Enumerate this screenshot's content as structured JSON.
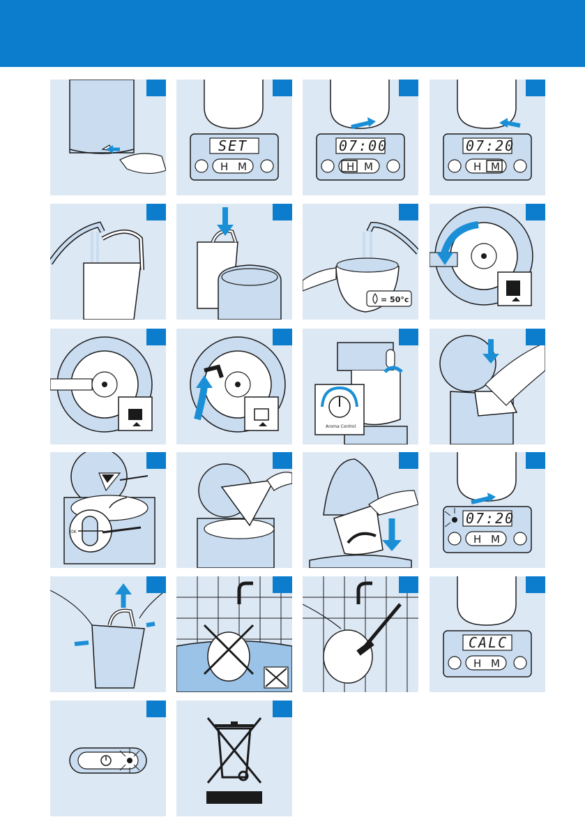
{
  "panels": [
    {
      "id": 1,
      "display": ""
    },
    {
      "id": 2,
      "display": "SET",
      "buttons": [
        "H",
        "M"
      ]
    },
    {
      "id": 3,
      "display": "07:00",
      "buttons": [
        "H",
        "M"
      ],
      "highlight": "H"
    },
    {
      "id": 4,
      "display": "07:20",
      "buttons": [
        "H",
        "M"
      ],
      "highlight": "M"
    },
    {
      "id": 5
    },
    {
      "id": 6
    },
    {
      "id": 7,
      "temperature": "= 50°c"
    },
    {
      "id": 8
    },
    {
      "id": 9
    },
    {
      "id": 10
    },
    {
      "id": 11,
      "dial_label": "Aroma Control"
    },
    {
      "id": 12
    },
    {
      "id": 13,
      "ok_label": "OK"
    },
    {
      "id": 14
    },
    {
      "id": 15
    },
    {
      "id": 16,
      "display": "07:20",
      "buttons": [
        "H",
        "M"
      ]
    },
    {
      "id": 17
    },
    {
      "id": 18
    },
    {
      "id": 19
    },
    {
      "id": 20,
      "display": "CALC",
      "buttons": [
        "H",
        "M"
      ]
    },
    {
      "id": 21
    },
    {
      "id": 22
    }
  ],
  "colors": {
    "header": "#0b7dcc",
    "panel": "#dde8f5",
    "accent": "#1a8fd6",
    "line": "#1a1a1a"
  }
}
